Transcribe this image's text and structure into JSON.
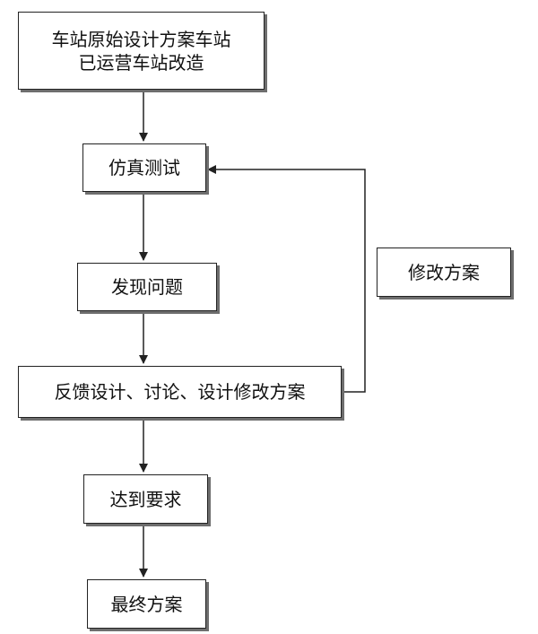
{
  "diagram": {
    "start": {
      "line1": "车站原始设计方案车站",
      "line2": "已运营车站改造"
    },
    "simulate": "仿真测试",
    "find_issue": "发现问题",
    "feedback": "反馈设计、讨论、设计修改方案",
    "reach_goal": "达到要求",
    "final": "最终方案",
    "revise": "修改方案"
  },
  "colors": {
    "line": "#222222",
    "shadow": "#6e6e6e"
  }
}
